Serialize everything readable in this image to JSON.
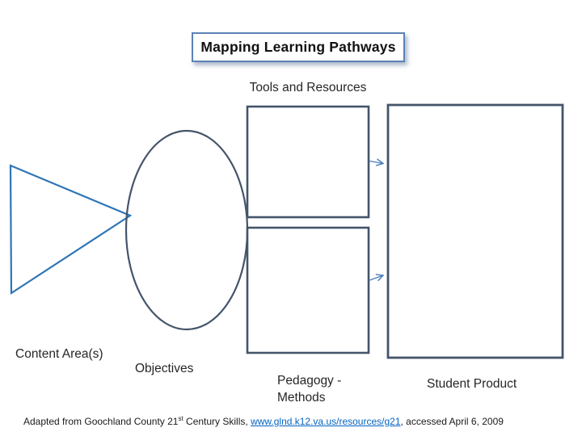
{
  "slide": {
    "title": "Mapping Learning Pathways"
  },
  "labels": {
    "tools_and_resources": "Tools and Resources",
    "content_area": "Content Area(s)",
    "objectives": "Objectives",
    "pedagogy_methods": "Pedagogy -\nMethods",
    "student_product": "Student Product"
  },
  "footer": {
    "text_before_sup": "Adapted from Goochland County 21",
    "sup": "st",
    "text_after_sup": " Century Skills, ",
    "link_text": "www.glnd.k12.va.us/resources/g21",
    "text_after_link": ", accessed April 6, 2009"
  },
  "colors": {
    "shape_outline": "#44546a",
    "triangle_outline": "#2e75b6",
    "arrow": "#4a7ebb",
    "title_border": "#5b82b5",
    "link": "#0563c1",
    "text": "#262626"
  }
}
